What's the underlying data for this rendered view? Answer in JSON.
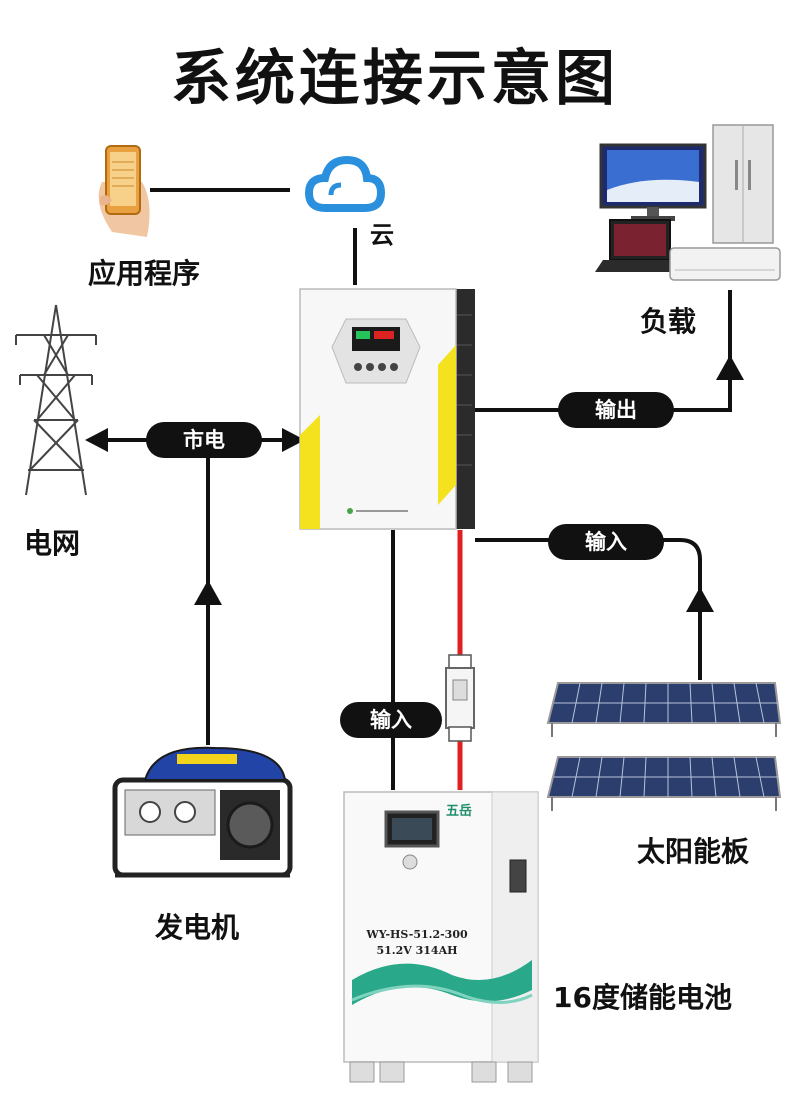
{
  "title": "系统连接示意图",
  "labels": {
    "app": "应用程序",
    "cloud": "云",
    "load": "负载",
    "grid": "电网",
    "generator": "发电机",
    "solar": "太阳能板",
    "battery": "16度储能电池"
  },
  "pills": {
    "grid_link": "市电",
    "output": "输出",
    "solar_input": "输入",
    "battery_input": "输入"
  },
  "battery_panel": {
    "brand": "五岳",
    "model": "WY-HS-51.2-300",
    "spec": "51.2V 314AH"
  },
  "colors": {
    "wire": "#111111",
    "dc_wire": "#e02020",
    "cloud": "#2a8fdc",
    "inverter_accent": "#f3e21d",
    "battery_wave": "#2aa98a"
  }
}
